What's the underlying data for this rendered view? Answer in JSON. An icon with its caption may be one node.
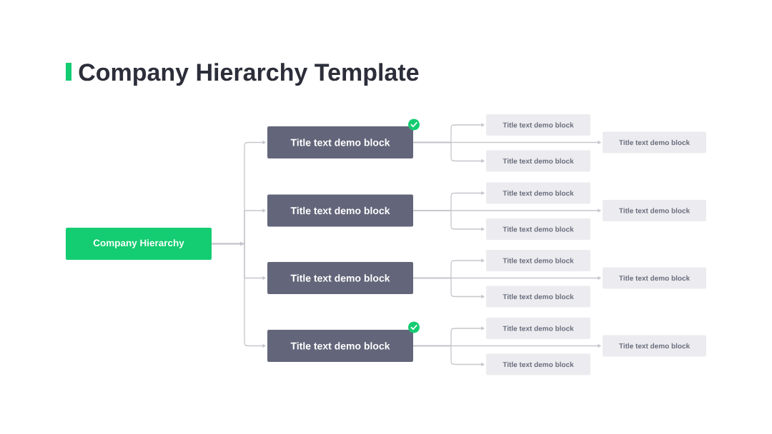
{
  "diagram": {
    "title": "Company Hierarchy Template",
    "nodes": [
      {
        "text": [
          "Company Hierarchy"
        ]
      },
      {
        "text": [
          "Title text demo block"
        ]
      },
      {
        "text": [
          "Title text demo block"
        ]
      },
      {
        "text": [
          "Title text demo block"
        ]
      },
      {
        "text": [
          "Title text demo block"
        ]
      },
      {
        "text": [
          "Title text demo block"
        ]
      },
      {
        "text": [
          "Title text demo block"
        ]
      },
      {
        "text": [
          "Title text demo block"
        ]
      },
      {
        "text": [
          "Title text demo block"
        ]
      },
      {
        "text": [
          "Title text demo block"
        ]
      },
      {
        "text": [
          "Title text demo block"
        ]
      },
      {
        "text": [
          "Title text demo block"
        ]
      },
      {
        "text": [
          "Title text demo block"
        ]
      },
      {
        "text": [
          "Title text demo block"
        ]
      },
      {
        "text": [
          "Title text demo block"
        ]
      },
      {
        "text": [
          "Title text demo block"
        ]
      },
      {
        "text": [
          "Title text demo block"
        ]
      }
    ],
    "edges": [
      {
        "from": 0,
        "to": 1,
        "arrow": "to"
      },
      {
        "from": 0,
        "to": 2,
        "arrow": "to"
      },
      {
        "from": 0,
        "to": 3,
        "arrow": "to"
      },
      {
        "from": 0,
        "to": 4,
        "arrow": "to"
      },
      {
        "from": 1,
        "to": 5,
        "arrow": "to"
      },
      {
        "from": 1,
        "to": 6,
        "arrow": "to"
      },
      {
        "from": 1,
        "to": 7,
        "arrow": "to"
      },
      {
        "from": 2,
        "to": 8,
        "arrow": "to"
      },
      {
        "from": 2,
        "to": 9,
        "arrow": "to"
      },
      {
        "from": 2,
        "to": 10,
        "arrow": "to"
      },
      {
        "from": 3,
        "to": 11,
        "arrow": "to"
      },
      {
        "from": 3,
        "to": 12,
        "arrow": "to"
      },
      {
        "from": 3,
        "to": 13,
        "arrow": "to"
      },
      {
        "from": 4,
        "to": 14,
        "arrow": "to"
      },
      {
        "from": 4,
        "to": 15,
        "arrow": "to"
      },
      {
        "from": 4,
        "to": 16,
        "arrow": "to"
      }
    ]
  }
}
